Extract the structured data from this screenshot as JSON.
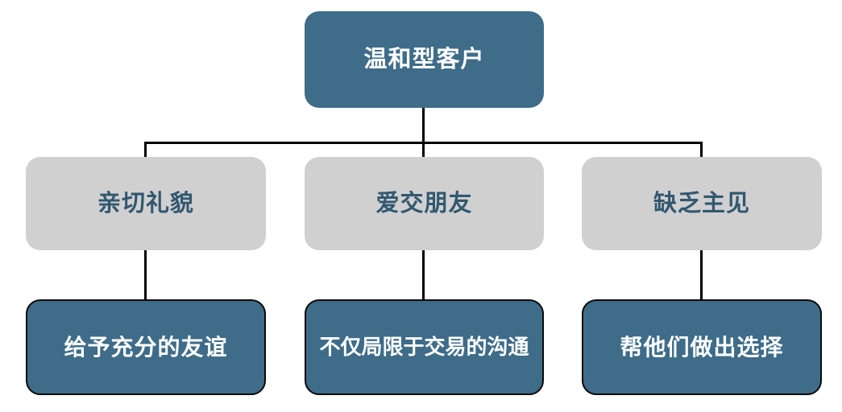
{
  "diagram": {
    "root": {
      "label": "温和型客户"
    },
    "columns": [
      {
        "trait": "亲切礼貌",
        "action": "给予充分的友谊"
      },
      {
        "trait": "爱交朋友",
        "action": "不仅局限于交易的沟通"
      },
      {
        "trait": "缺乏主见",
        "action": "帮他们做出选择"
      }
    ],
    "colors": {
      "node_primary": "#3e6c89",
      "node_secondary": "#d1d0d1",
      "trait_text": "#31586f",
      "action_text": "#ffffff",
      "action_border": "#0a0a0a",
      "connector": "#000000",
      "background": "#ffffff"
    }
  }
}
